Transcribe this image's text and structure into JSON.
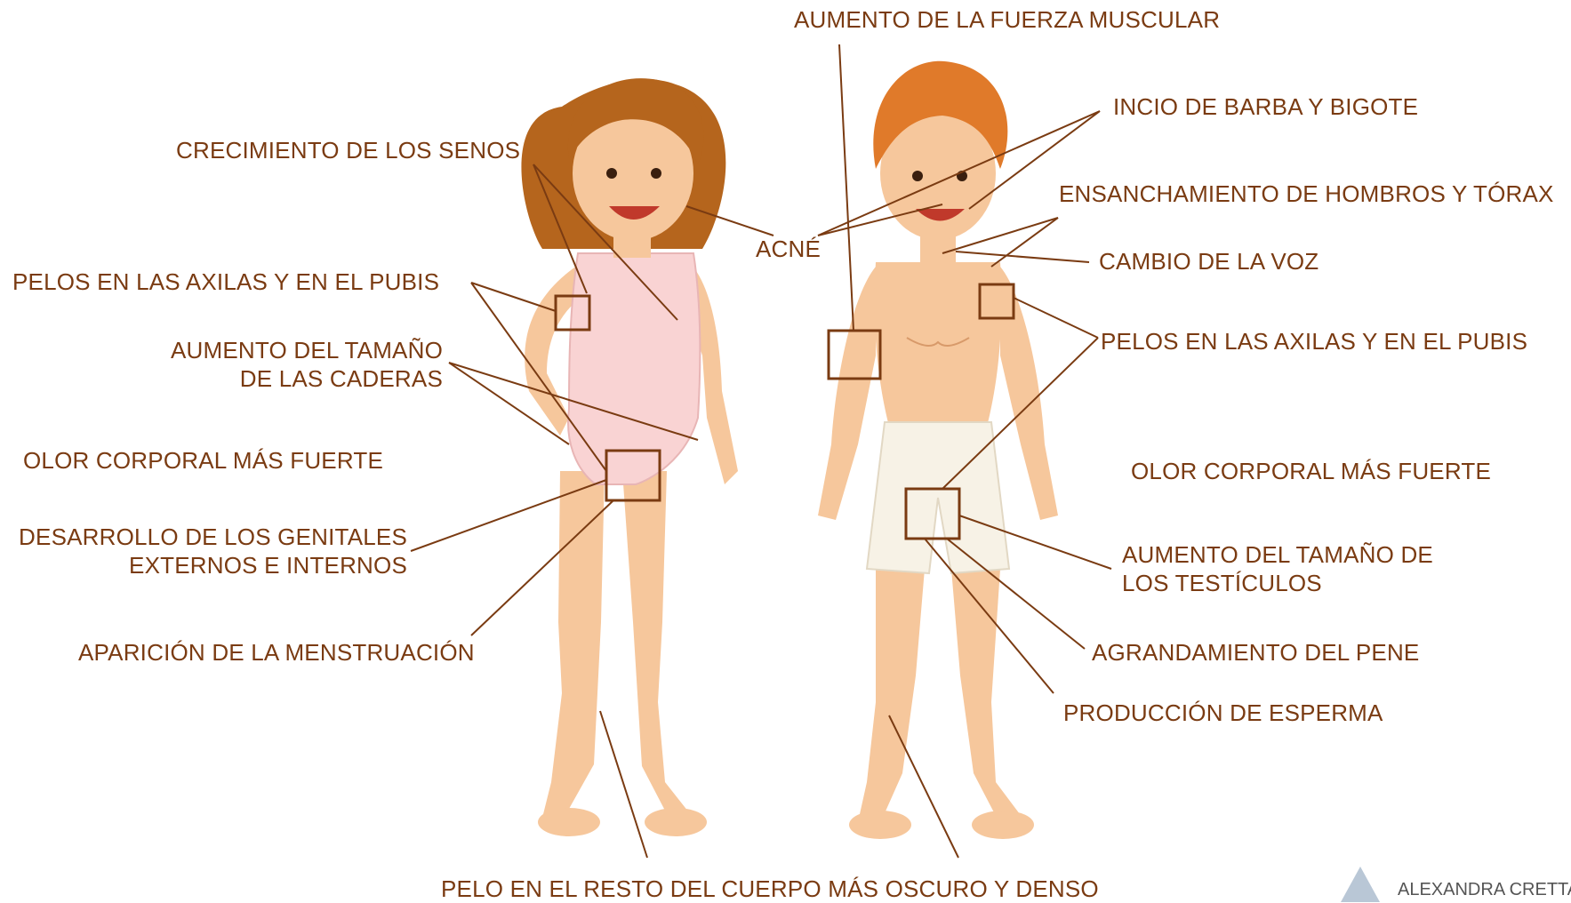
{
  "labels": {
    "fuerza": "AUMENTO DE LA FUERZA MUSCULAR",
    "barba": "INCIO DE BARBA Y BIGOTE",
    "senos": "CRECIMIENTO DE LOS SENOS",
    "hombros": "ENSANCHAMIENTO DE HOMBROS Y TÓRAX",
    "acne": "ACNÉ",
    "voz": "CAMBIO DE LA VOZ",
    "pelos_girl": "PELOS EN LAS AXILAS Y EN EL PUBIS",
    "pelos_boy": "PELOS EN LAS AXILAS Y EN EL PUBIS",
    "caderas_1": "AUMENTO DEL TAMAÑO",
    "caderas_2": "DE LAS CADERAS",
    "olor_girl": "OLOR CORPORAL MÁS FUERTE",
    "olor_boy": "OLOR CORPORAL MÁS FUERTE",
    "genitales_1": "DESARROLLO DE LOS GENITALES",
    "genitales_2": "EXTERNOS E INTERNOS",
    "testiculos_1": "AUMENTO DEL TAMAÑO DE",
    "testiculos_2": "LOS TESTÍCULOS",
    "menstruacion": "APARICIÓN DE LA MENSTRUACIÓN",
    "pene": "AGRANDAMIENTO DEL PENE",
    "esperma": "PRODUCCIÓN DE ESPERMA",
    "pelo_cuerpo": "PELO EN EL RESTO DEL CUERPO MÁS OSCURO Y DENSO"
  },
  "logo": {
    "name": "ALEXANDRA CRETTAZ"
  },
  "colors": {
    "label": "#7a3b12",
    "line": "#7a3b12",
    "skin": "#f6c79c",
    "hair_girl": "#b5651d",
    "hair_boy": "#e07a2a",
    "swimsuit": "#f9d3d3",
    "shorts": "#f7f2e6"
  }
}
